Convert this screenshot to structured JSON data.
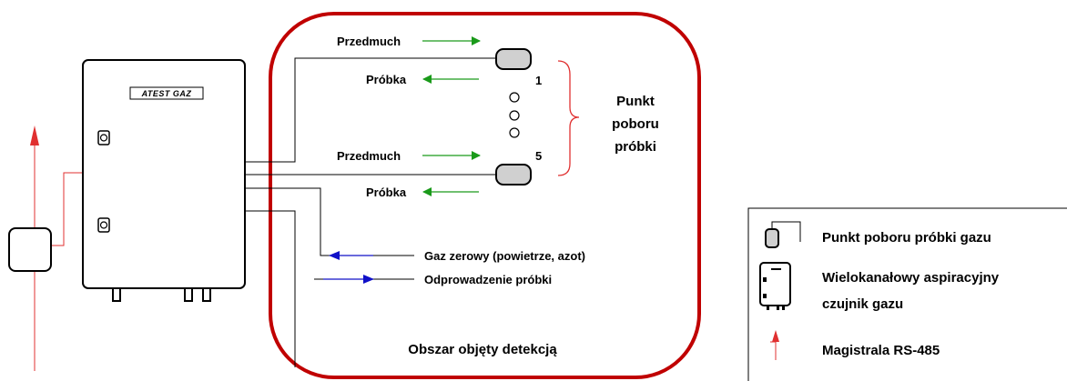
{
  "device": {
    "logo": "ATEST GAZ"
  },
  "detection_area": {
    "label": "Obszar objęty detekcją"
  },
  "flows": {
    "purge_label": "Przedmuch",
    "sample_label": "Próbka",
    "zero_gas_label": "Gaz zerowy (powietrze, azot)",
    "sample_outlet_label": "Odprowadzenie próbki"
  },
  "sampling_points": {
    "first_number": "1",
    "last_number": "5",
    "group_label_lines": [
      "Punkt",
      "poboru",
      "próbki"
    ]
  },
  "legend": {
    "sampling_point": "Punkt poboru  próbki gazu",
    "sensor_line1": "Wielokanałowy aspiracyjny",
    "sensor_line2": "czujnik gazu",
    "bus": "Magistrala RS-485"
  },
  "colors": {
    "area_border": "#c00000",
    "purge_arrow": "#1a9a1a",
    "sample_arrow": "#1a9a1a",
    "inlet_arrow": "#1010c8",
    "bus": "#e03030"
  }
}
